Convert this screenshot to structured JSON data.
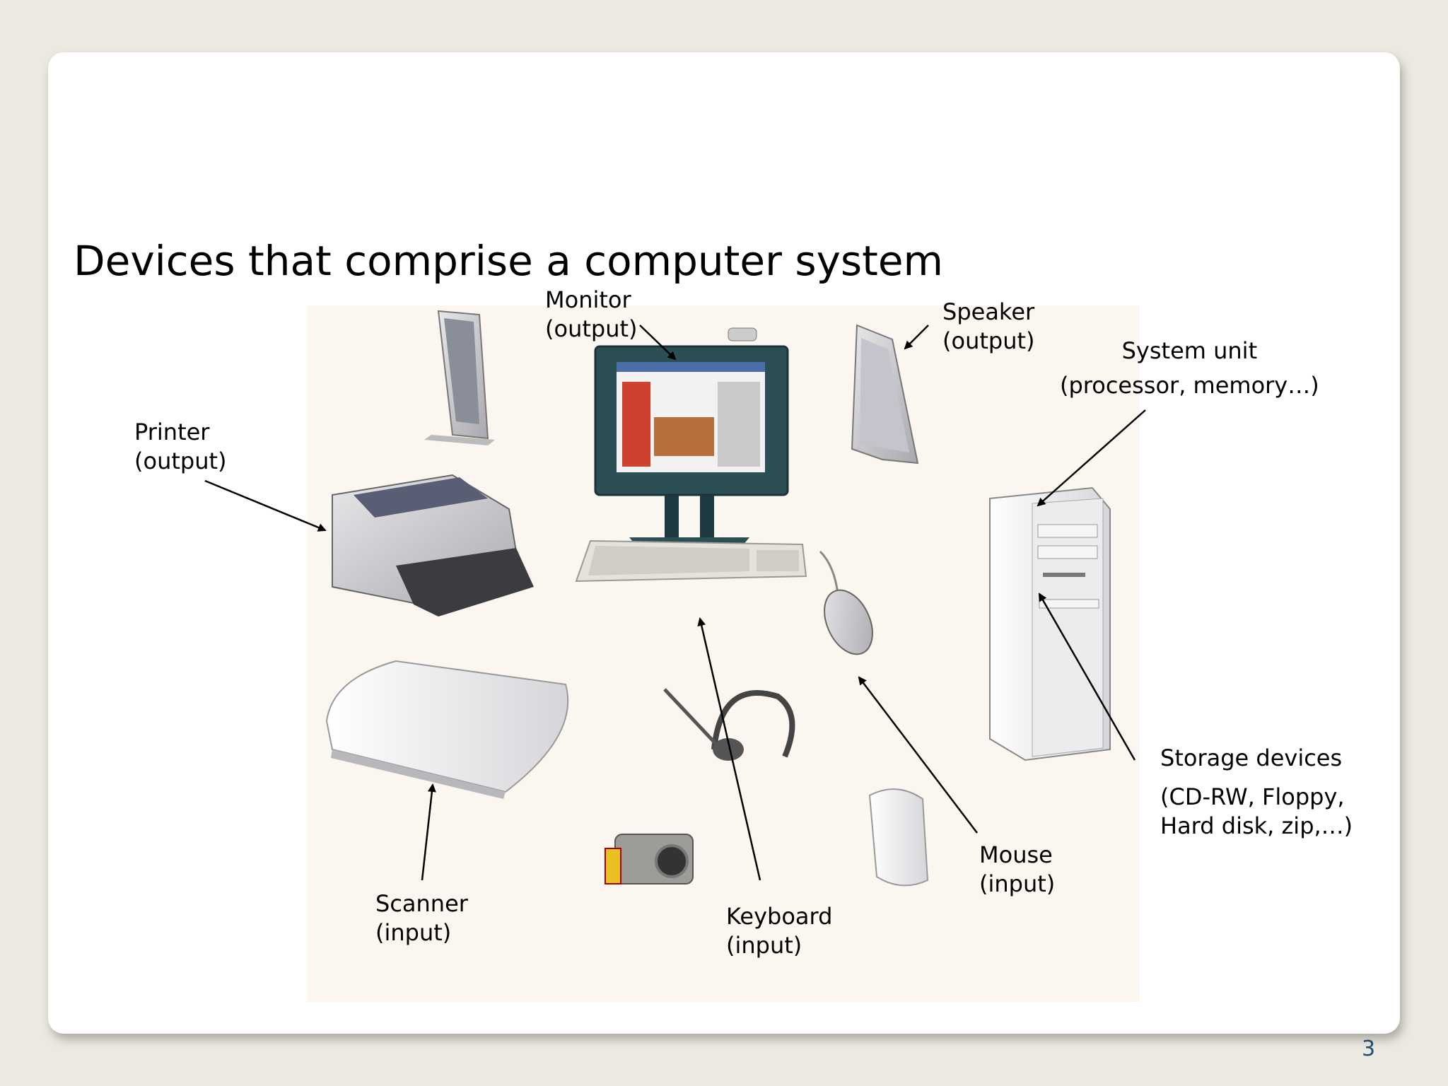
{
  "slide": {
    "title": "Devices that comprise a computer system",
    "page_number": "3"
  },
  "labels": {
    "monitor": {
      "line1": "Monitor",
      "line2": "(output)"
    },
    "speaker": {
      "line1": "Speaker",
      "line2": "(output)"
    },
    "system_unit": {
      "line1": "System unit",
      "line2": "(processor, memory…)"
    },
    "printer": {
      "line1": "Printer",
      "line2": "(output)"
    },
    "storage": {
      "line1": "Storage devices",
      "line2": "(CD-RW, Floppy,",
      "line3": "Hard disk, zip,…)"
    },
    "mouse": {
      "line1": "Mouse",
      "line2": "(input)"
    },
    "keyboard": {
      "line1": "Keyboard",
      "line2": "(input)"
    },
    "scanner": {
      "line1": "Scanner",
      "line2": "(input)"
    }
  },
  "device_icons": [
    "monitor-icon",
    "speaker-icon",
    "printer-icon",
    "keyboard-icon",
    "mouse-icon",
    "system-unit-icon",
    "scanner-icon",
    "headset-icon",
    "camera-icon",
    "zip-drive-icon"
  ],
  "colors": {
    "background": "#eceae0",
    "slide": "#ffffff",
    "photo_bg": "#fbf7f0",
    "page_number": "#1f4e79"
  }
}
